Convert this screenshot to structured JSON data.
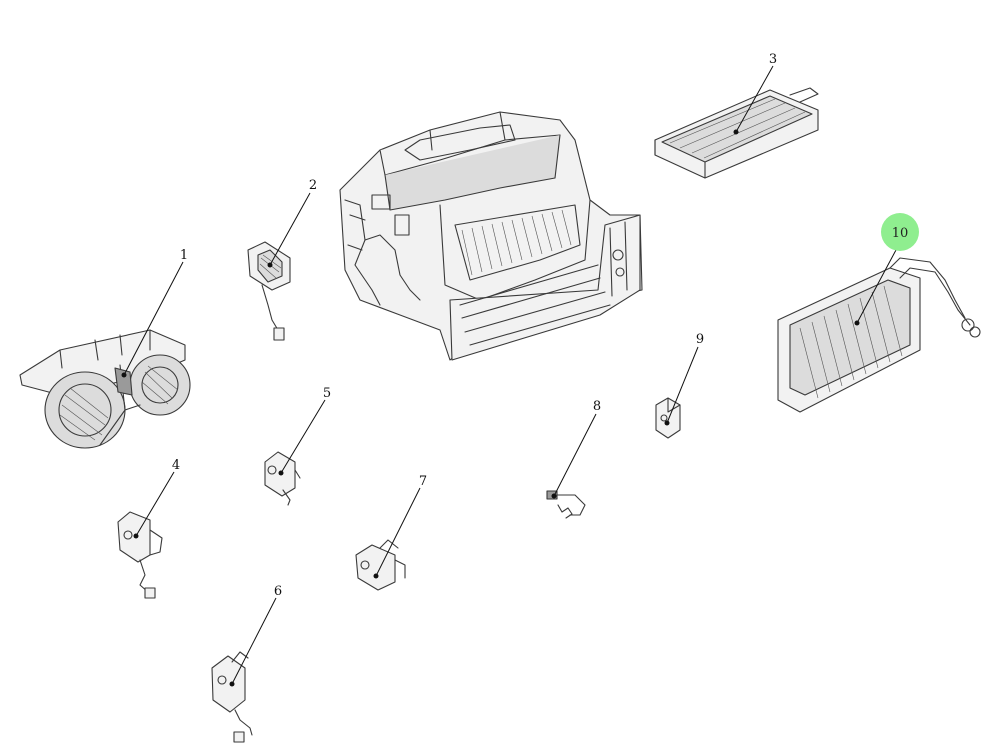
{
  "diagram": {
    "callouts": [
      {
        "id": "1",
        "label": "1",
        "highlighted": false
      },
      {
        "id": "2",
        "label": "2",
        "highlighted": false
      },
      {
        "id": "3",
        "label": "3",
        "highlighted": false
      },
      {
        "id": "4",
        "label": "4",
        "highlighted": false
      },
      {
        "id": "5",
        "label": "5",
        "highlighted": false
      },
      {
        "id": "6",
        "label": "6",
        "highlighted": false
      },
      {
        "id": "7",
        "label": "7",
        "highlighted": false
      },
      {
        "id": "8",
        "label": "8",
        "highlighted": false
      },
      {
        "id": "9",
        "label": "9",
        "highlighted": false
      },
      {
        "id": "10",
        "label": "10",
        "highlighted": true
      }
    ],
    "highlight_color": "#8fee8f"
  }
}
